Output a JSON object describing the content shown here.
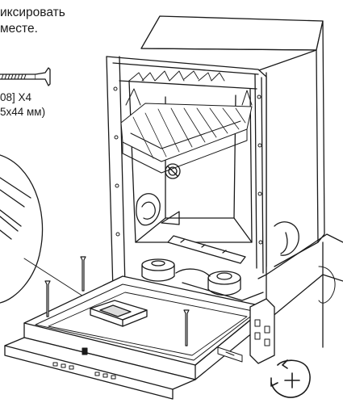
{
  "instruction": {
    "line1": "иксировать",
    "line2": "месте."
  },
  "screw": {
    "label_line1": "08] X4",
    "label_line2": "5x44 мм)"
  },
  "colors": {
    "stroke": "#1a1a1a",
    "paper": "#ffffff",
    "shade": "#dcdcdc"
  },
  "icons": {
    "rotate": "rotate-plus-icon"
  }
}
